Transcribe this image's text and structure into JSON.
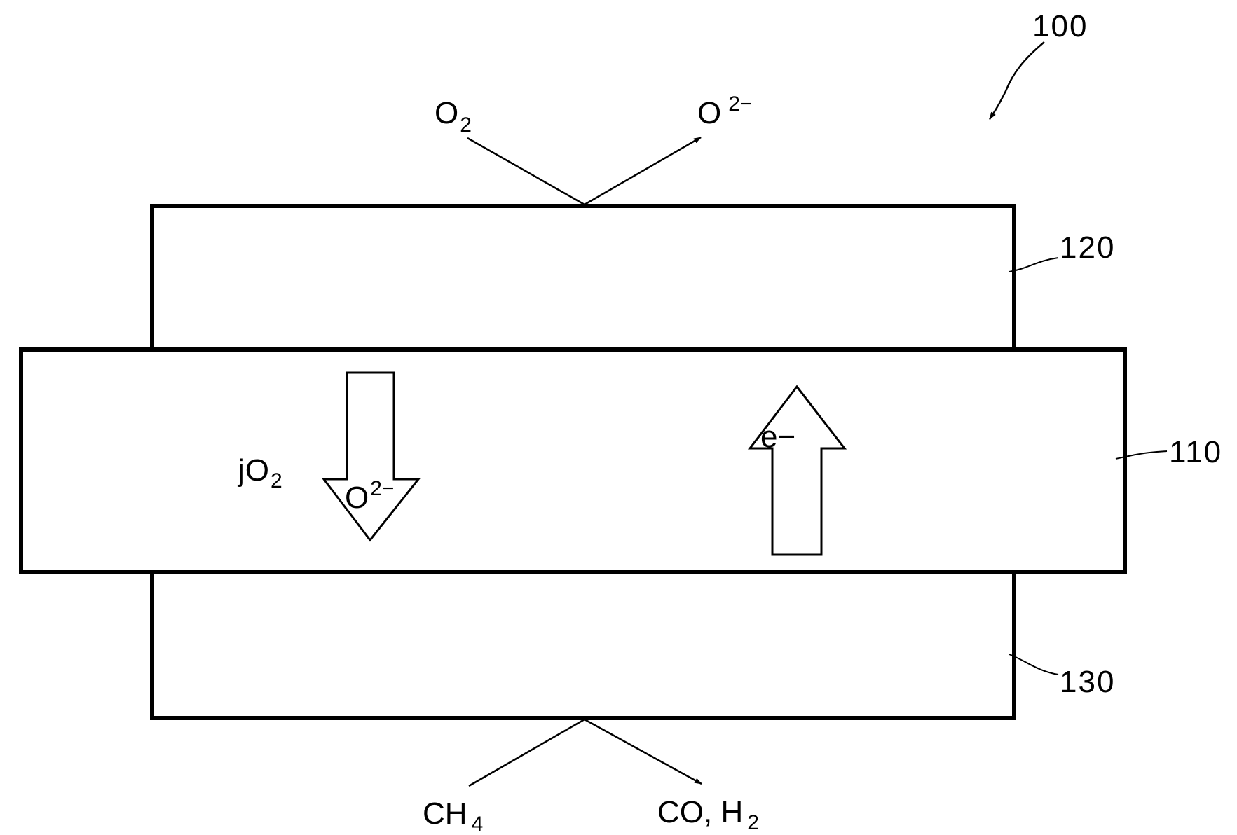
{
  "figure": {
    "reference": "100",
    "colors": {
      "stroke": "#000000",
      "background": "#ffffff"
    }
  },
  "components": {
    "membrane": {
      "ref": "110"
    },
    "top_electrode": {
      "ref": "120"
    },
    "bottom_electrode": {
      "ref": "130"
    }
  },
  "top_reaction": {
    "reactant": {
      "base": "O",
      "sub": "2"
    },
    "product": {
      "base": "O",
      "sup": "2−"
    }
  },
  "bottom_reaction": {
    "reactant": {
      "base": "CH",
      "sub": "4"
    },
    "product": {
      "base": "CO, H",
      "sub": "2"
    }
  },
  "flux_label": {
    "base": "jO",
    "sub": "2"
  },
  "ion_arrow": {
    "base": "O",
    "sup": "2−",
    "direction": "down"
  },
  "electron_arrow": {
    "label": "e−",
    "direction": "up"
  }
}
